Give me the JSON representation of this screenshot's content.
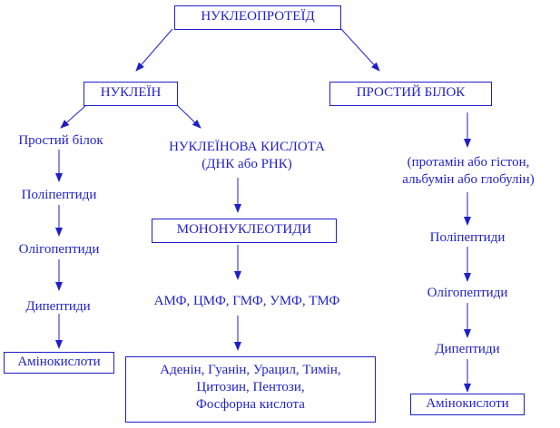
{
  "root": "НУКЛЕОПРОТЕЇД",
  "left_branch": {
    "title": "НУКЛЕЇН",
    "protein_chain": [
      "Простий білок",
      "Поліпептиди",
      "Олігопептиди",
      "Дипептиди",
      "Амінокислоти"
    ],
    "acid_title_line1": "НУКЛЕЇНОВА КИСЛОТА",
    "acid_title_line2": "(ДНК або РНК)",
    "mononucleotides": "МОНОНУКЛЕОТИДИ",
    "nucleotide_list": "АМФ, ЦМФ, ГМФ, УМФ, ТМФ",
    "products": {
      "line1": "Аденін, Гуанін, Урацил, Тимін,",
      "line2": "Цитозин, Пентози,",
      "line3": "Фосфорна кислота"
    }
  },
  "right_branch": {
    "title": "ПРОСТИЙ БІЛОК",
    "examples_line1": "(протамін або гістон,",
    "examples_line2": "альбумін або глобулін)",
    "chain": [
      "Поліпептиди",
      "Олігопептиди",
      "Дипептиди",
      "Амінокислоти"
    ]
  },
  "colors": {
    "text": "#1f1fc8",
    "background": "#ffffff"
  }
}
